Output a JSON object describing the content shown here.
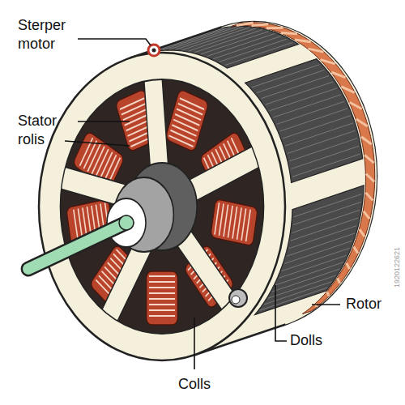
{
  "diagram": {
    "labels": [
      "Sterper motor",
      "Stator rolis",
      "Rotor",
      "Dolls",
      "Colls",
      "1920122621"
    ]
  }
}
